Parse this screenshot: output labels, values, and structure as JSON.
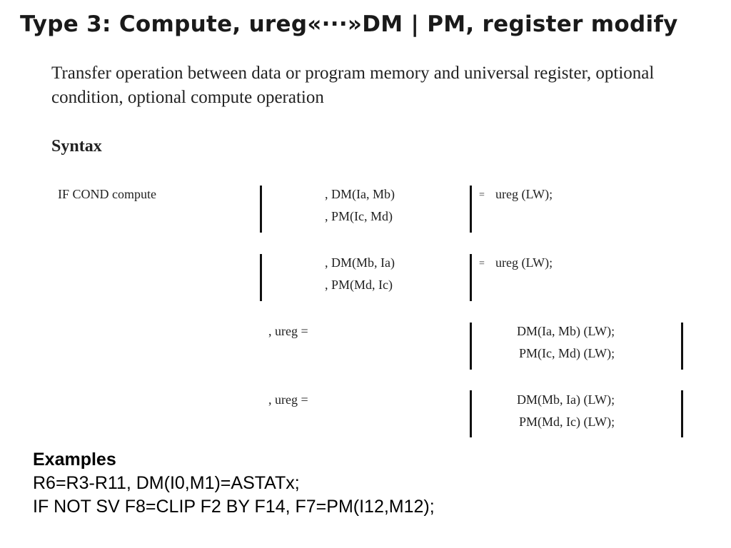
{
  "title": "Type 3: Compute, ureg«···»DM | PM, register modify",
  "description": "Transfer operation between data or program memory and universal register, optional condition, optional compute operation",
  "syntax": {
    "heading": "Syntax",
    "prefix": "IF COND compute",
    "rows": [
      {
        "mem1": ", DM(Ia, Mb)",
        "mem2": ", PM(Ic, Md)",
        "eq": "=",
        "rhs": "ureg (LW);"
      },
      {
        "mem1": ", DM(Mb, Ia)",
        "mem2": ", PM(Md, Ic)",
        "eq": "=",
        "rhs": "ureg (LW);"
      },
      {
        "lhs": ", ureg =",
        "mem1": "DM(Ia, Mb) (LW);",
        "mem2": "PM(Ic, Md) (LW);"
      },
      {
        "lhs": ", ureg =",
        "mem1": "DM(Mb, Ia) (LW);",
        "mem2": "PM(Md, Ic) (LW);"
      }
    ]
  },
  "examples": {
    "heading": "Examples",
    "lines": [
      "R6=R3-R11, DM(I0,M1)=ASTATx;",
      "IF NOT SV F8=CLIP F2 BY F14, F7=PM(I12,M12);"
    ]
  }
}
